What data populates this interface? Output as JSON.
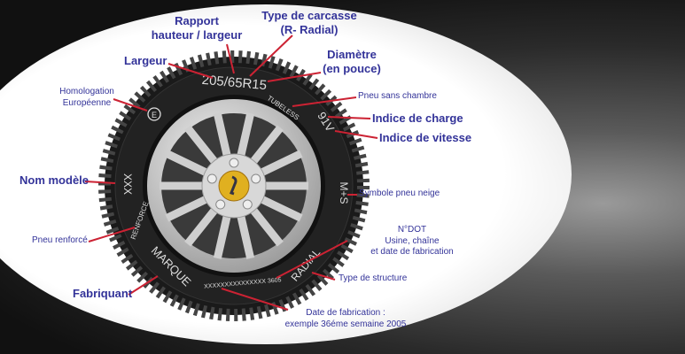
{
  "labels": {
    "rapport": [
      "Rapport",
      "hauteur / largeur"
    ],
    "carcasse": [
      "Type de carcasse",
      "(R- Radial)"
    ],
    "largeur": "Largeur",
    "diametre": [
      "Diamètre",
      "(en pouce)"
    ],
    "homologation": [
      "Homologation",
      "Européenne"
    ],
    "sans_chambre": "Pneu sans chambre",
    "charge": "Indice de charge",
    "vitesse": "Indice de vitesse",
    "nom_modele": "Nom modèle",
    "neige": "Symbole pneu neige",
    "renforce": "Pneu renforcé",
    "dot": [
      "N°DOT",
      "Usine, chaîne",
      "et date de fabrication"
    ],
    "fabriquant": "Fabriquant",
    "structure": "Type de structure",
    "date": [
      "Date de fabrication :",
      "exemple 36éme semaine 2005"
    ]
  },
  "sidewall": {
    "size": "205/65R15",
    "tubeless": "TUBELESS",
    "index": "91V",
    "model": "XXX",
    "snow": "M+S",
    "reinforced": "RENFORCE",
    "dot": "XXXXXXXXXXXXXXX 3605",
    "brand": "MARQUE",
    "structure": "RADIAL",
    "homologation": "E"
  },
  "colors": {
    "label": "#333399",
    "leader": "#cc2233"
  }
}
